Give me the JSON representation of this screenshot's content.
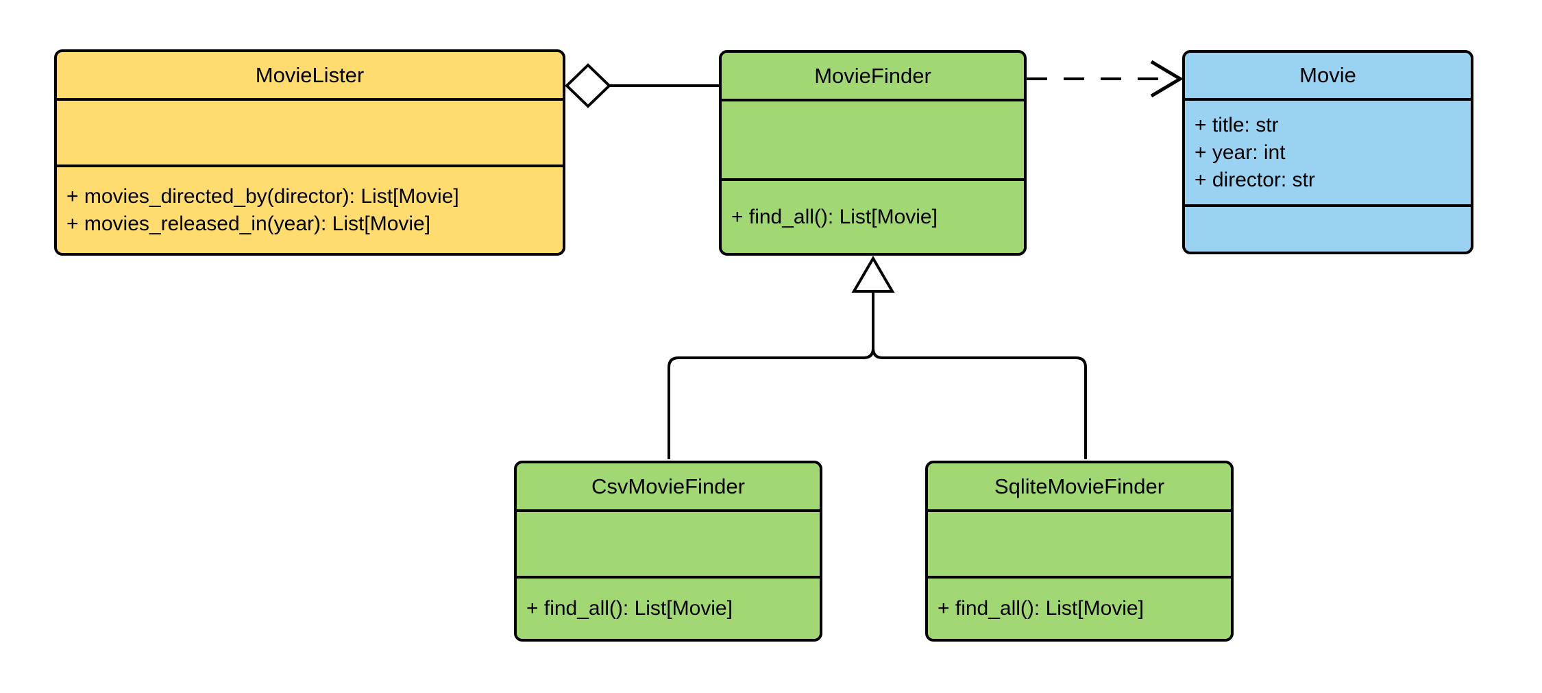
{
  "diagram": {
    "kind": "uml-class-diagram",
    "background": "#ffffff",
    "stroke_color": "#000000",
    "marker_fill": "#ffffff",
    "classes": [
      {
        "name": "MovieLister",
        "fill": "#FEDC70",
        "attributes": [],
        "methods": [
          "+ movies_directed_by(director): List[Movie]",
          "+ movies_released_in(year): List[Movie]"
        ]
      },
      {
        "name": "MovieFinder",
        "fill": "#A2D874",
        "attributes": [],
        "methods": [
          "+ find_all(): List[Movie]"
        ]
      },
      {
        "name": "Movie",
        "fill": "#9AD2F2",
        "attributes": [
          "+ title: str",
          "+ year: int",
          "+ director: str"
        ],
        "methods": []
      },
      {
        "name": "CsvMovieFinder",
        "fill": "#A2D874",
        "attributes": [],
        "methods": [
          "+ find_all(): List[Movie]"
        ]
      },
      {
        "name": "SqliteMovieFinder",
        "fill": "#A2D874",
        "attributes": [],
        "methods": [
          "+ find_all(): List[Movie]"
        ]
      }
    ],
    "relationships": [
      {
        "type": "aggregation",
        "owner": "MovieLister",
        "part": "MovieFinder",
        "line": "solid",
        "marker": "hollow-diamond at MovieLister"
      },
      {
        "type": "dependency",
        "from": "MovieFinder",
        "to": "Movie",
        "line": "dashed",
        "marker": "open-arrow at Movie"
      },
      {
        "type": "generalization",
        "subclass": "CsvMovieFinder",
        "superclass": "MovieFinder",
        "line": "solid",
        "marker": "hollow-triangle at MovieFinder"
      },
      {
        "type": "generalization",
        "subclass": "SqliteMovieFinder",
        "superclass": "MovieFinder",
        "line": "solid",
        "marker": "hollow-triangle at MovieFinder"
      }
    ]
  }
}
